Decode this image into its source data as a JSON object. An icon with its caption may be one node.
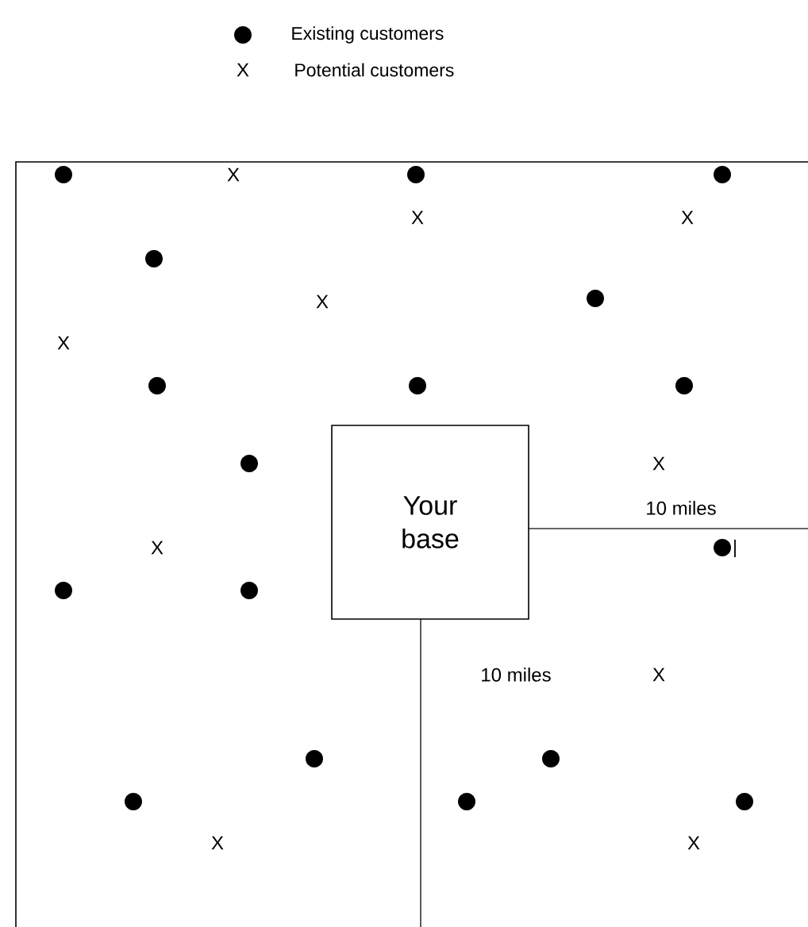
{
  "diagram": {
    "nodes": [
      {
        "text": [
          "Your base"
        ]
      }
    ],
    "labels": [
      "X",
      "X",
      "X",
      "X",
      "X",
      "X",
      "X",
      "10 miles",
      "X",
      "10 miles",
      "X",
      "X",
      "X"
    ],
    "legend": [
      {
        "text": "Existing customers"
      },
      {
        "text": "Potential customers"
      }
    ]
  }
}
